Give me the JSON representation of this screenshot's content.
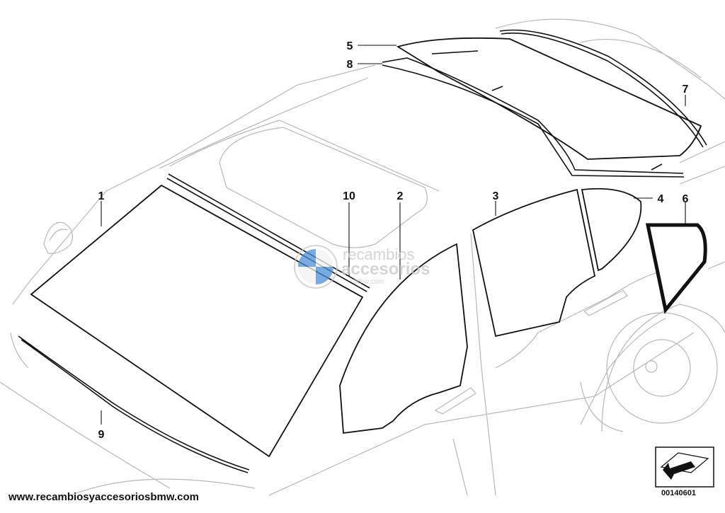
{
  "callouts": {
    "c1": "1",
    "c2": "2",
    "c3": "3",
    "c4": "4",
    "c5": "5",
    "c6": "6",
    "c7": "7",
    "c8": "8",
    "c9": "9",
    "c10": "10"
  },
  "watermark": {
    "line1": "recambios",
    "line2": "accesorios",
    "line3": "bmw.com"
  },
  "footer": {
    "url": "www.recambiosyaccesoriosbmw.com",
    "diagram_id": "00140601"
  },
  "colors": {
    "line": "#111111",
    "light_line": "#b8b8b8",
    "watermark": "#c8c8c8",
    "bmw_blue": "#4a90d9"
  }
}
